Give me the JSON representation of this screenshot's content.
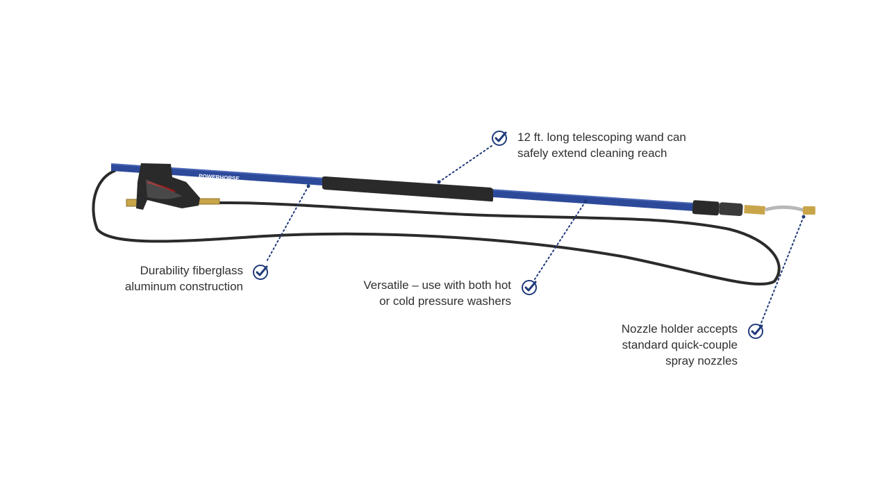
{
  "product": {
    "brand_label": "POWERHORSE",
    "image_name": "telescoping-pressure-washer-wand"
  },
  "colors": {
    "wand_blue": "#2d4a9a",
    "grip_black": "#2a2a2a",
    "hose": "#2b2b2b",
    "accent_navy": "#1f3a7a",
    "brass": "#c9a54a"
  },
  "callouts": [
    {
      "id": "telescoping",
      "icon": "check-circle-icon",
      "lines": [
        "12 ft. long telescoping wand can",
        "safely extend cleaning reach"
      ]
    },
    {
      "id": "durability",
      "icon": "check-circle-icon",
      "lines": [
        "Durability fiberglass",
        "aluminum construction"
      ]
    },
    {
      "id": "versatile",
      "icon": "check-circle-icon",
      "lines": [
        "Versatile – use with both hot",
        "or cold pressure washers"
      ]
    },
    {
      "id": "nozzle",
      "icon": "check-circle-icon",
      "lines": [
        "Nozzle holder accepts",
        "standard quick-couple",
        "spray nozzles"
      ]
    }
  ]
}
